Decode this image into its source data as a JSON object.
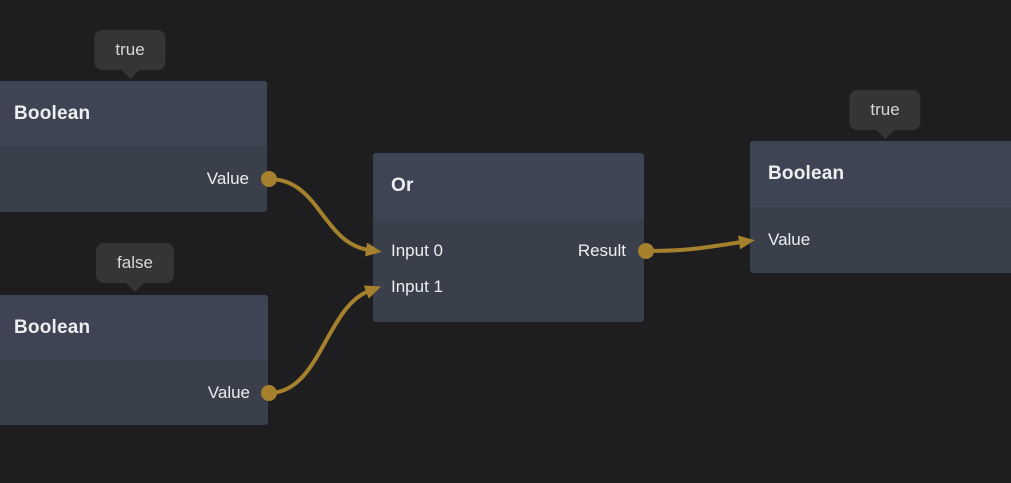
{
  "colors": {
    "canvas-bg": "#1e1e20",
    "node-header": "#3f4454",
    "node-body": "#3a3f4c",
    "node-text": "#edeef0",
    "wire": "#a5812e",
    "tooltip-bg": "#353538",
    "tooltip-text": "#d7d7d8"
  },
  "nodes": [
    {
      "id": "boolean-1",
      "title": "Boolean",
      "value_tooltip": "true",
      "outputs": [
        {
          "label": "Value"
        }
      ]
    },
    {
      "id": "boolean-2",
      "title": "Boolean",
      "value_tooltip": "false",
      "outputs": [
        {
          "label": "Value"
        }
      ]
    },
    {
      "id": "or-1",
      "title": "Or",
      "inputs": [
        {
          "label": "Input 0"
        },
        {
          "label": "Input 1"
        }
      ],
      "outputs": [
        {
          "label": "Result"
        }
      ]
    },
    {
      "id": "boolean-3",
      "title": "Boolean",
      "value_tooltip": "true",
      "inputs": [
        {
          "label": "Value"
        }
      ]
    }
  ],
  "connections": [
    {
      "from": "boolean-1.Value",
      "to": "or-1.Input 0"
    },
    {
      "from": "boolean-2.Value",
      "to": "or-1.Input 1"
    },
    {
      "from": "or-1.Result",
      "to": "boolean-3.Value"
    }
  ]
}
